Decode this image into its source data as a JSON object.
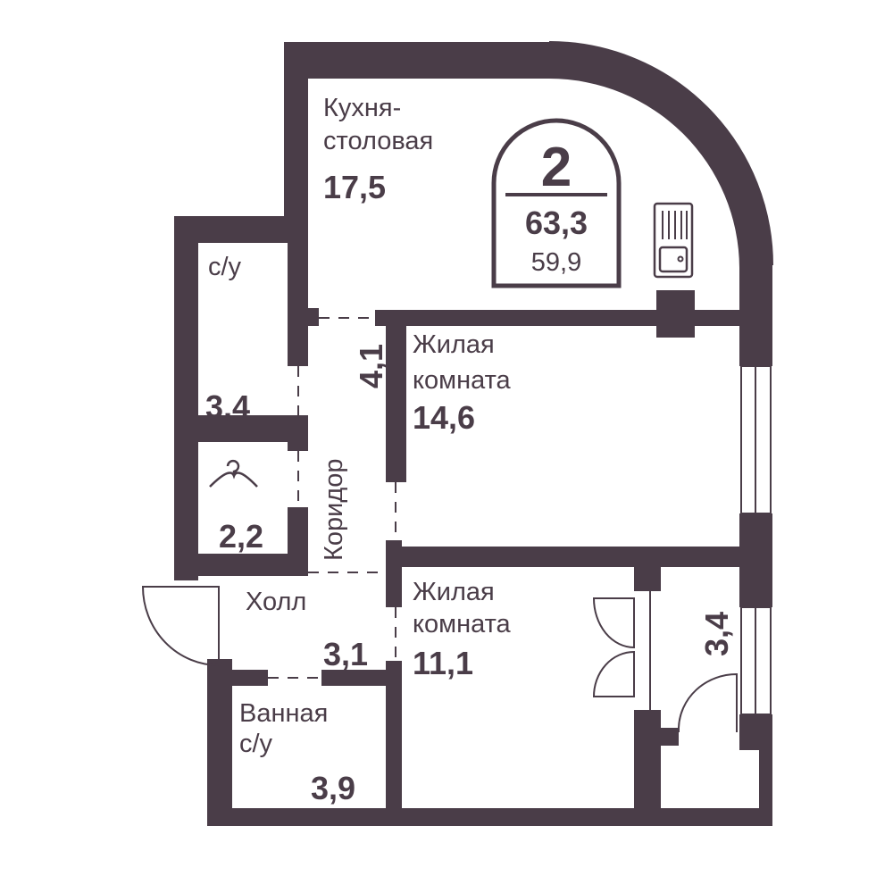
{
  "apartment": {
    "rooms_count": "2",
    "total_area": "63,3",
    "living_area": "59,9"
  },
  "rooms": {
    "kitchen": {
      "name_line1": "Кухня-",
      "name_line2": "столовая",
      "area": "17,5"
    },
    "wc": {
      "name": "с/у",
      "area": "3,4"
    },
    "closet": {
      "area": "2,2"
    },
    "corridor": {
      "name": "Коридор",
      "area": "4,1"
    },
    "living1": {
      "name_line1": "Жилая",
      "name_line2": "комната",
      "area": "14,6"
    },
    "hall": {
      "name": "Холл",
      "area": "3,1"
    },
    "living2": {
      "name_line1": "Жилая",
      "name_line2": "комната",
      "area": "11,1"
    },
    "bathroom": {
      "name_line1": "Ванная",
      "name_line2": "с/у",
      "area": "3,9"
    },
    "loggia": {
      "area": "3,4"
    }
  },
  "colors": {
    "wall": "#4a3d48"
  }
}
